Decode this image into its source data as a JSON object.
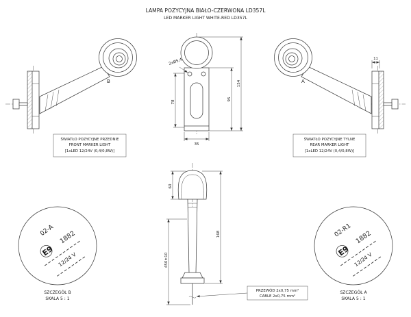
{
  "title": {
    "line1": "LAMPA POZYCYJNA BIAŁO-CZERWONA LD357L",
    "line2": "LED MARKER LIGHT WHITE-RED LD357L"
  },
  "left_lamp": {
    "view_label": "B",
    "caption_line1": "ŚWIATŁO POZYCYJNE PRZEDNIE",
    "caption_line2": "FRONT MARKER LIGHT",
    "caption_line3": "[1xLED 12/24V (0,4/0,8W)]"
  },
  "right_lamp": {
    "view_label": "A",
    "caption_line1": "ŚWIATŁO POZYCYJNE TYLNE",
    "caption_line2": "REAR MARKER LIGHT",
    "caption_line3": "[1xLED 12/24V (0,4/0,8W)]"
  },
  "dimensions": {
    "holes": "2xØ5,4",
    "front_height_upper": "78",
    "front_height_body": "95",
    "front_height_total": "154",
    "front_width": "35",
    "side_head": "60",
    "side_height": "168",
    "cable_length": "450±10",
    "bracket_offset": "11"
  },
  "cable_note": {
    "line1": "PRZEWÓD 2x0,75 mm²",
    "line2": "CABLE 2x0,75 mm²"
  },
  "detail_b": {
    "marking_line1": "02-A",
    "e_mark": "E9",
    "approval_number": "1882",
    "voltage": "12/24 V",
    "caption_line1": "SZCZEGÓŁ B",
    "caption_line2": "SKALA 5 : 1"
  },
  "detail_a": {
    "marking_line1": "02-R1",
    "e_mark": "E9",
    "approval_number": "1882",
    "voltage": "12/24 V",
    "caption_line1": "SZCZEGÓŁ A",
    "caption_line2": "SKALA 5 : 1"
  }
}
